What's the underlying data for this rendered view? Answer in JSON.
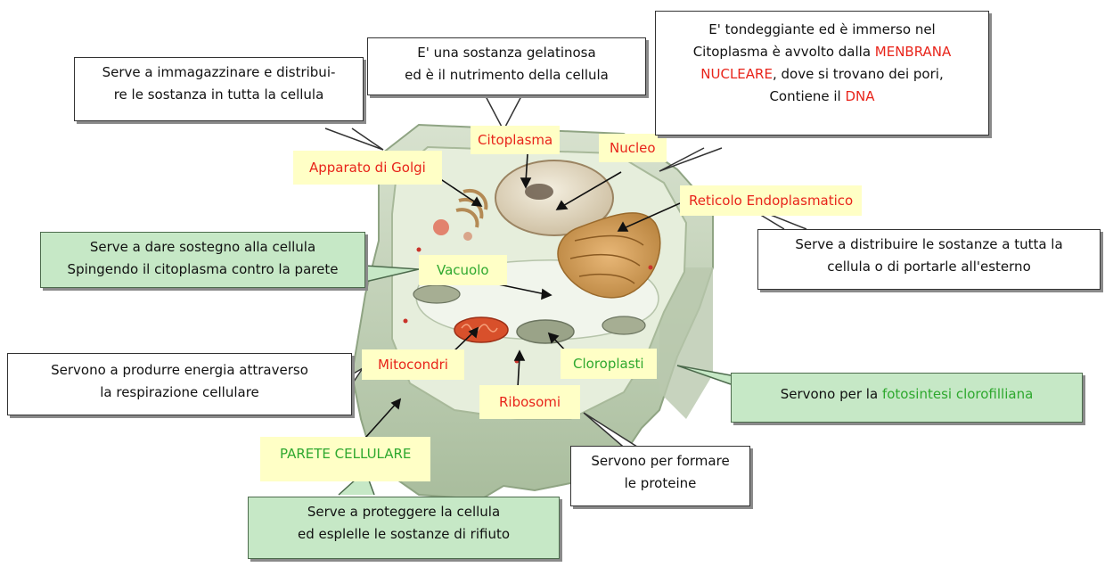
{
  "labels": {
    "citoplasma": "Citoplasma",
    "nucleo": "Nucleo",
    "golgi": "Apparato di Golgi",
    "reticolo": "Reticolo Endoplasmatico",
    "vacuolo": "Vacuolo",
    "mitocondri": "Mitocondri",
    "cloroplasti": "Cloroplasti",
    "ribosomi": "Ribosomi",
    "parete": "PARETE CELLULARE"
  },
  "descriptions": {
    "golgi": [
      "Serve a immagazzinare e distribui-",
      "re le sostanza in tutta la cellula"
    ],
    "citoplasma": [
      "E' una sostanza gelatinosa",
      "ed è il nutrimento della cellula"
    ],
    "nucleo": {
      "line1": "E' tondeggiante ed è immerso nel",
      "line2_pre": "Citoplasma è avvolto dalla ",
      "line2_red": "MENBRANA",
      "line3_red": "NUCLEARE",
      "line3_post": ", dove si trovano dei pori,",
      "line4_pre": "Contiene il ",
      "line4_red": "DNA"
    },
    "reticolo": [
      "Serve a distribuire le sostanze  a tutta la",
      "cellula o di portarle all'esterno"
    ],
    "vacuolo": [
      "Serve a dare sostegno alla cellula",
      "Spingendo il citoplasma contro la parete"
    ],
    "mitocondri": [
      "Servono a produrre energia attraverso",
      "la respirazione cellulare"
    ],
    "cloroplasti": {
      "pre": "Servono per la ",
      "green": "fotosintesi clorofilliana"
    },
    "ribosomi": [
      "Servono per formare",
      "le proteine"
    ],
    "parete": [
      "Serve a proteggere la cellula",
      "ed esplelle le sostanze di rifiuto"
    ]
  },
  "colors": {
    "red_text": "#e8241a",
    "green_text": "#2ea82e",
    "label_bg": "#ffffc6",
    "green_box": "#c6e8c6"
  }
}
